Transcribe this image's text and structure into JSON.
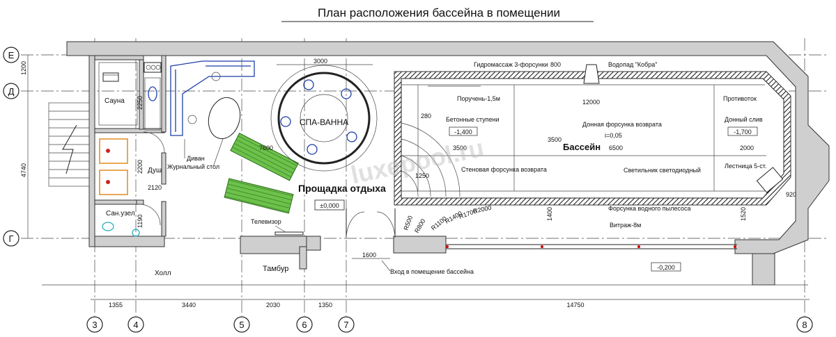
{
  "title": "План расположения бассейна в помещении",
  "axes": {
    "rows": [
      "Е",
      "Д",
      "Г"
    ],
    "cols": [
      "3",
      "4",
      "5",
      "6",
      "7",
      "8"
    ]
  },
  "rooms": {
    "sauna": "Сауна",
    "shower": "Душ",
    "wc": "Сан.узел",
    "hall": "Холл",
    "vestibule": "Тамбур",
    "rest_area": "Прощадка отдыха",
    "spa": "СПА-ВАННА",
    "pool": "Бассейн"
  },
  "labels": {
    "sofa": "Диван",
    "table": "Журнальный стол",
    "tv": "Телевизор",
    "jets3": "Гидромассаж 3-форсунки",
    "cobra": "Водопад \"Кобра\"",
    "rail": "Поручень-1,5м",
    "steps": "Бетонные ступени",
    "bottom_nozzle": "Донная форсунка возврата",
    "slope": "i=0,05",
    "counterflow": "Противоток",
    "bottom_drain": "Донный слив",
    "wall_nozzle": "Стеновая форсунка возврата",
    "led": "Светильник светодиодный",
    "ladder": "Лестница 5-ст.",
    "vacuum": "Форсунка водного пылесоса",
    "window": "Витраж-8м",
    "entrance": "Вход в помещение бассейна"
  },
  "levels": {
    "floor": "±0,000",
    "steps": "-1,400",
    "deep": "-1,700",
    "outside": "-0,200"
  },
  "dims": {
    "left_1200": "1200",
    "left_4740": "4740",
    "d_2250": "2250",
    "d_2200": "2200",
    "d_2120": "2120",
    "d_1190": "1190",
    "d_3000": "3000",
    "d_7600": "7600",
    "d_800": "800",
    "d_12000": "12000",
    "d_280": "280",
    "d_3500a": "3500",
    "d_3500b": "3500",
    "d_6500": "6500",
    "d_2000": "2000",
    "d_1250": "1250",
    "d_1400": "1400",
    "d_1520": "1520",
    "d_920": "920",
    "d_1600": "1600",
    "radii": [
      "R500",
      "R800",
      "R1100",
      "R1400",
      "R1700",
      "R2000"
    ],
    "bottom": [
      "1355",
      "3440",
      "2030",
      "1350",
      "14750"
    ]
  },
  "watermark": "luxepool.ru",
  "colors": {
    "sofa": "#1c3fa8",
    "loungers": "#6cc24a",
    "sauna_bench": "#e08a1c"
  }
}
